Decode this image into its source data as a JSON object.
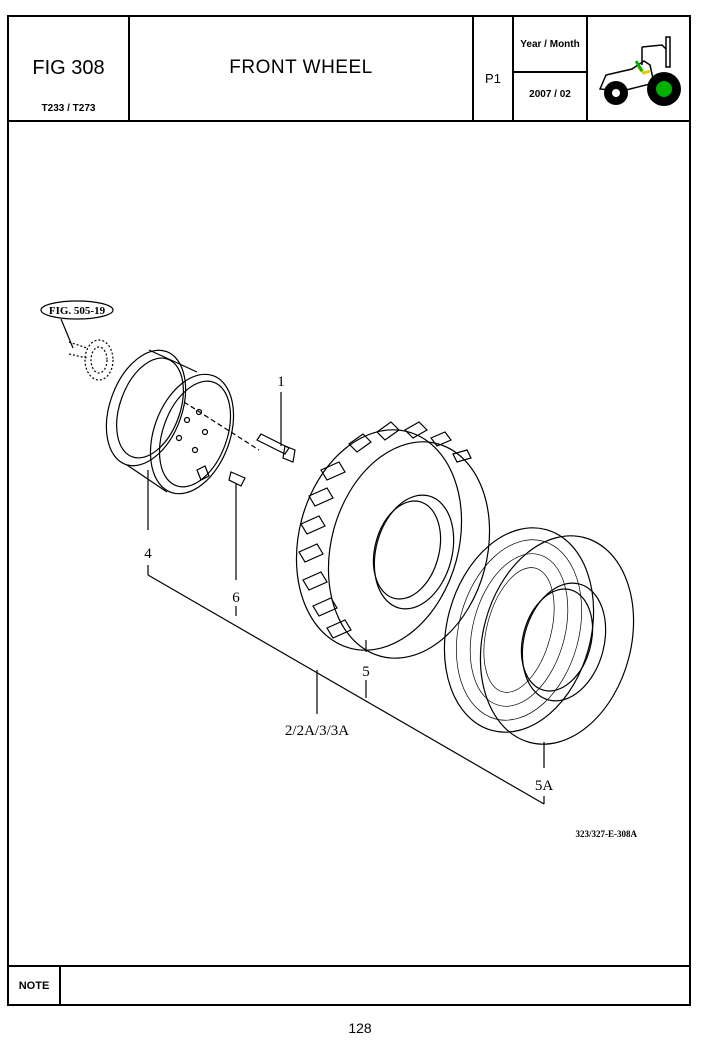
{
  "header": {
    "fig_label": "FIG 308",
    "model": "T233 / T273",
    "title": "FRONT WHEEL",
    "page_code": "P1",
    "year_month_label": "Year / Month",
    "year_month_value": "2007 / 02"
  },
  "diagram": {
    "ref_label": "FIG. 505-19",
    "callouts": {
      "c1": "1",
      "c4": "4",
      "c6": "6",
      "c5": "5",
      "c2": "2/2A/3/3A",
      "c5a": "5A"
    },
    "drawing_code": "323/327-E-308A"
  },
  "footer": {
    "note_label": "NOTE",
    "note_text": "",
    "page_number": "128"
  },
  "colors": {
    "line": "#000000",
    "tractor_highlight": "#00b000",
    "tractor_accent": "#e0d000"
  }
}
